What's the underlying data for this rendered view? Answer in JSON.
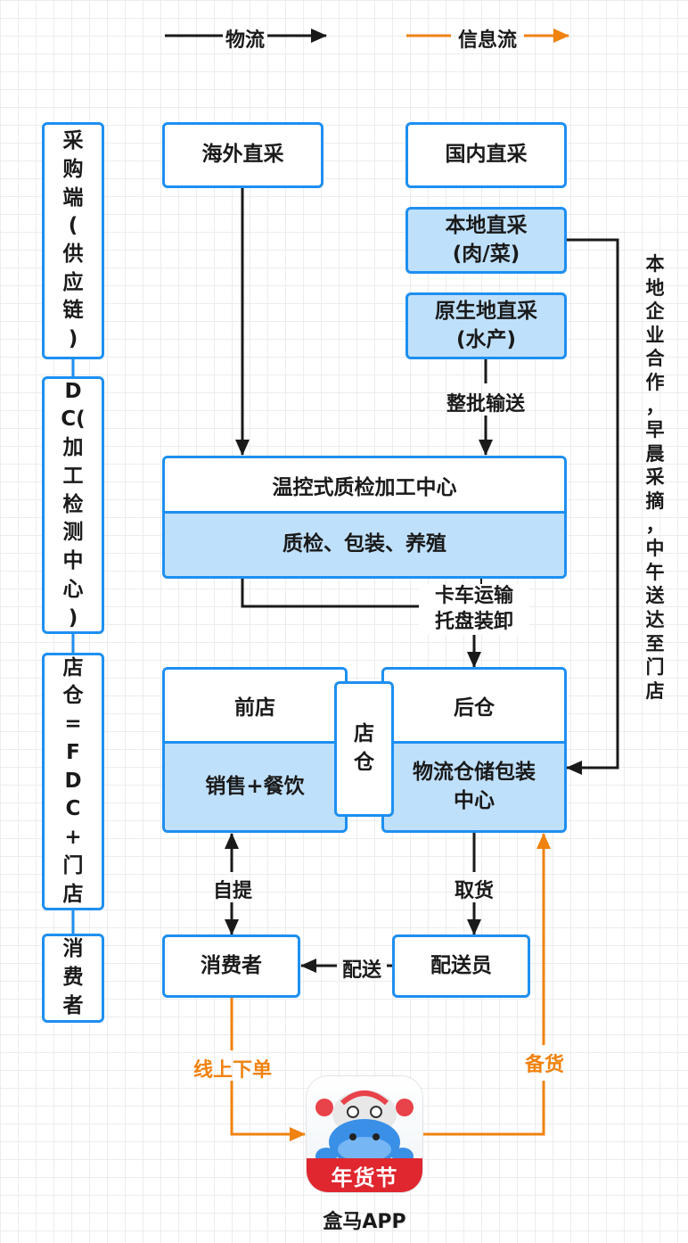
{
  "legend": {
    "logistics": "物流",
    "information": "信息流"
  },
  "sidebar": [
    {
      "chars": [
        "采",
        "购",
        "端",
        "(",
        "供",
        "应",
        "链",
        ")"
      ]
    },
    {
      "chars": [
        "D",
        "C(",
        "加",
        "工",
        "检",
        "测",
        "中",
        "心",
        ")"
      ]
    },
    {
      "chars": [
        "店",
        "仓",
        "=",
        "F",
        "D",
        "C",
        "+",
        "门",
        "店"
      ]
    },
    {
      "chars": [
        "消",
        "费",
        "者"
      ]
    }
  ],
  "nodes": {
    "overseas": "海外直采",
    "domestic": "国内直采",
    "local_line1": "本地直采",
    "local_line2": "(肉/菜)",
    "origin_line1": "原生地直采",
    "origin_line2": "(水产)",
    "center_title": "温控式质检加工中心",
    "center_sub": "质检、包装、养殖",
    "front_store": "前店",
    "front_store_sub": "销售+餐饮",
    "store_wh_c1": "店",
    "store_wh_c2": "仓",
    "back_wh": "后仓",
    "back_wh_sub_line1": "物流仓储包装",
    "back_wh_sub_line2": "中心",
    "consumer": "消费者",
    "courier": "配送员",
    "app_name": "盒马APP",
    "app_banner": "年货节"
  },
  "edge_labels": {
    "bulk": "整批输送",
    "truck_line1": "卡车运输",
    "truck_line2": "托盘装卸",
    "pickup": "自提",
    "fetch": "取货",
    "deliver": "配送",
    "online_order": "线上下单",
    "stock": "备货"
  },
  "side_note": [
    "本",
    "地",
    "企",
    "业",
    "合",
    "作",
    "，",
    "早",
    "晨",
    "采",
    "摘",
    "，",
    "中",
    "午",
    "送",
    "达",
    "至",
    "门",
    "店"
  ],
  "colors": {
    "box_border": "#1e8ff0",
    "box_fill": "#bfe0fb",
    "info_flow": "#f0820f",
    "logistics_flow": "#1a1a1a"
  }
}
